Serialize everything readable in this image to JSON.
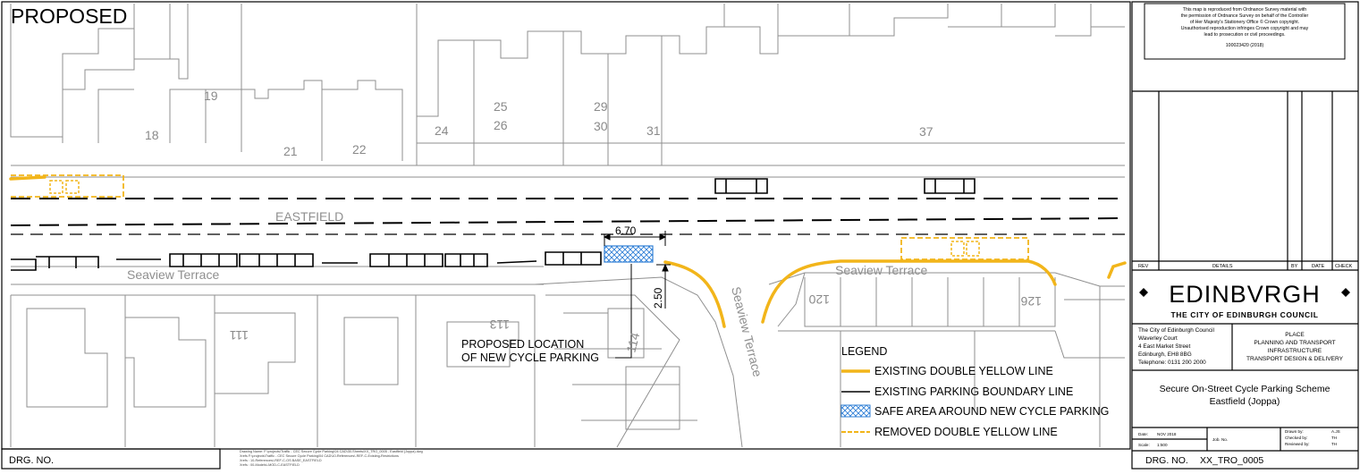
{
  "drawing": {
    "status_label": "PROPOSED",
    "plot_numbers": [
      "19",
      "18",
      "21",
      "22",
      "25",
      "26",
      "24",
      "29",
      "30",
      "31",
      "37",
      "111",
      "113",
      "114",
      "120",
      "126"
    ],
    "street_labels": {
      "eastfield": "EASTFIELD",
      "seaview_terrace_left": "Seaview Terrace",
      "seaview_terrace_right": "Seaview Terrace",
      "seaview_terrace_vertical": "Seaview Terrace"
    },
    "dimensions": {
      "width_label": "6.70",
      "depth_label": "2.50"
    },
    "callout": {
      "line1": "PROPOSED LOCATION",
      "line2": "OF NEW CYCLE  PARKING"
    },
    "legend": {
      "title": "LEGEND",
      "items": [
        {
          "label": "EXISTING DOUBLE YELLOW LINE"
        },
        {
          "label": "EXISTING PARKING BOUNDARY LINE"
        },
        {
          "label": "SAFE AREA AROUND NEW CYCLE PARKING"
        },
        {
          "label": "REMOVED DOUBLE YELLOW LINE"
        }
      ]
    },
    "drg_no_label_left": "DRG. NO.",
    "file_refs": [
      "Drawing Name: F:\\projects\\Traffic - CEC Secure Cycle Parking\\04 CAD\\30-Sheets\\XX_TRO_0005 - Eastfield (Joppa).dwg",
      "Xrefs F:\\projects\\Traffic - CEC Secure Cycle Parking\\04 CAD\\10-References\\-REF-C-Existing-Restrictions",
      "Xrefs : 10-References\\-REF-C-OS BASE_EASTFIELD",
      "Xrefs : 00-Models\\-MOD-C-EASTFIELD"
    ]
  },
  "title_block": {
    "copyright_lines": [
      "This map is reproduced from Ordnance Survey material with",
      "the permission of Ordnance Survey on behalf of the Controller",
      "of Her Majesty's Stationery Office © Crown copyright.",
      "Unauthorised reproduction infringes Crown copyright and may",
      "lead to prosecution or civil proceedings.",
      "100023420 (2018)"
    ],
    "revision_headers": {
      "rev": "REV",
      "details": "DETAILS",
      "by": "BY",
      "date": "DATE",
      "check": "CHECK"
    },
    "logo_text": "EDINBVRGH",
    "council_name": "THE CITY OF EDINBURGH COUNCIL",
    "address_lines": [
      "The City of Edinburgh Council",
      "Waverley Court",
      "4 East Market Street",
      "Edinburgh, EH8 8BG",
      "Telephone:  0131 200 2000"
    ],
    "department_lines": [
      "PLACE",
      "PLANNING AND TRANSPORT",
      "INFRASTRUCTURE",
      "TRANSPORT DESIGN & DELIVERY"
    ],
    "scheme_title": "Secure On-Street Cycle Parking Scheme",
    "scheme_location": "Eastfield (Joppa)",
    "meta": {
      "date_label": "Date:",
      "date_value": "NOV 2018",
      "scale_label": "Scale:",
      "scale_value": "1:500",
      "job_no_label": "Job. No.",
      "drawn_by_label": "Drawn by:",
      "drawn_by_value": "A.JS",
      "checked_by_label": "Checked by:",
      "checked_by_value": "TH",
      "reviewed_by_label": "Reviewed by:",
      "reviewed_by_value": "TH"
    },
    "drg_no_label": "DRG. NO.",
    "drg_no_value": "XX_TRO_0005"
  },
  "colors": {
    "double_yellow": "#f2b51a",
    "cycle_hatch": "#2f7fd6",
    "map_lines": "#8f8f8f"
  }
}
